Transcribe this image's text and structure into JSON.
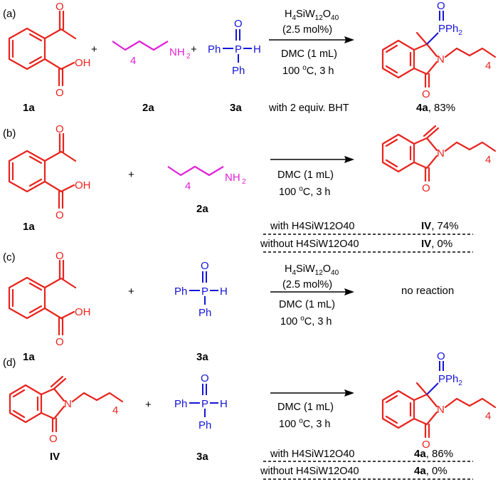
{
  "panels": {
    "a": {
      "label": "(a)",
      "compounds": {
        "c1": "1a",
        "c2": "2a",
        "c3": "3a",
        "product": "4a",
        "product_yield": ", 83%"
      },
      "plus": "+",
      "conditions": [
        "H4SiW12O40",
        "(2.5 mol%)",
        "DMC (1 mL)",
        "100 oC, 3 h"
      ],
      "note": "with 2 equiv. BHT"
    },
    "b": {
      "label": "(b)",
      "compounds": {
        "c1": "1a",
        "c2": "2a"
      },
      "plus": "+",
      "conditions": [
        "DMC (1 mL)",
        "100 oC, 3 h"
      ],
      "results": [
        {
          "condition": "with H4SiW12O40",
          "product": "IV",
          "yield": ", 74%"
        },
        {
          "condition": "without H4SiW12O40",
          "product": "IV",
          "yield": ", 0%"
        }
      ]
    },
    "c": {
      "label": "(c)",
      "compounds": {
        "c1": "1a",
        "c3": "3a"
      },
      "plus": "+",
      "conditions": [
        "H4SiW12O40",
        "(2.5 mol%)",
        "DMC (1 mL)",
        "100 oC, 3 h"
      ],
      "outcome": "no reaction"
    },
    "d": {
      "label": "(d)",
      "compounds": {
        "c1": "IV",
        "c3": "3a"
      },
      "plus": "+",
      "conditions": [
        "DMC (1 mL)",
        "100 oC, 3 h"
      ],
      "results": [
        {
          "condition": "with H4SiW12O40",
          "product": "4a",
          "yield": ", 86%"
        },
        {
          "condition": "without H4SiW12O40",
          "product": "4a",
          "yield": ", 0%"
        }
      ]
    }
  },
  "atoms": {
    "O": "O",
    "OH": "OH",
    "N": "N",
    "NH": "NH",
    "P": "P",
    "H": "H",
    "Ph": "Ph",
    "PPh": "PPh",
    "sub2": "2",
    "sub4": "4",
    "H4": "H",
    "Si": "Si",
    "W": "W",
    "O40": "O",
    "n4": "4",
    "n12": "12",
    "n40": "40",
    "c": "C",
    "deg": "o",
    "cond_tail": ", 3 h",
    "hundred": "100 "
  },
  "colors": {
    "reactant_acid": "#e8231d",
    "phosphine": "#1414d8",
    "amine": "#e020d8"
  }
}
